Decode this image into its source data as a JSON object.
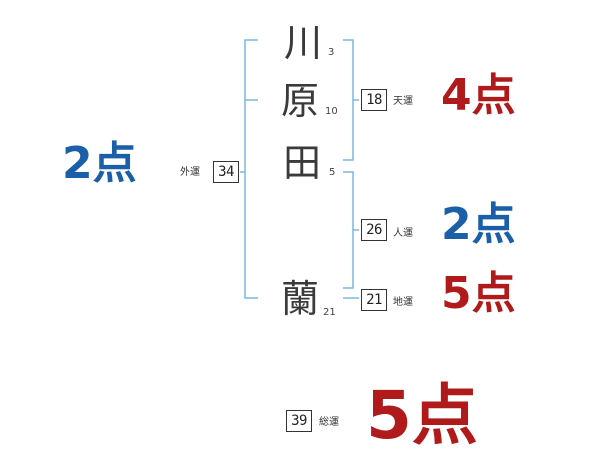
{
  "name_chars": [
    {
      "char": "川",
      "strokes": "3"
    },
    {
      "char": "原",
      "strokes": "10"
    },
    {
      "char": "田",
      "strokes": "5"
    },
    {
      "char": "蘭",
      "strokes": "21"
    }
  ],
  "fortunes": {
    "outer": {
      "label": "外運",
      "value": "34",
      "score": "2点"
    },
    "heaven": {
      "label": "天運",
      "value": "18",
      "score": "4点"
    },
    "person": {
      "label": "人運",
      "value": "26",
      "score": "2点"
    },
    "earth": {
      "label": "地運",
      "value": "21",
      "score": "5点"
    },
    "total": {
      "label": "総運",
      "value": "39",
      "score": "5点"
    }
  },
  "colors": {
    "bracket": "#7ab8df",
    "blue": "#1a5fa8",
    "red": "#b01a1a"
  }
}
